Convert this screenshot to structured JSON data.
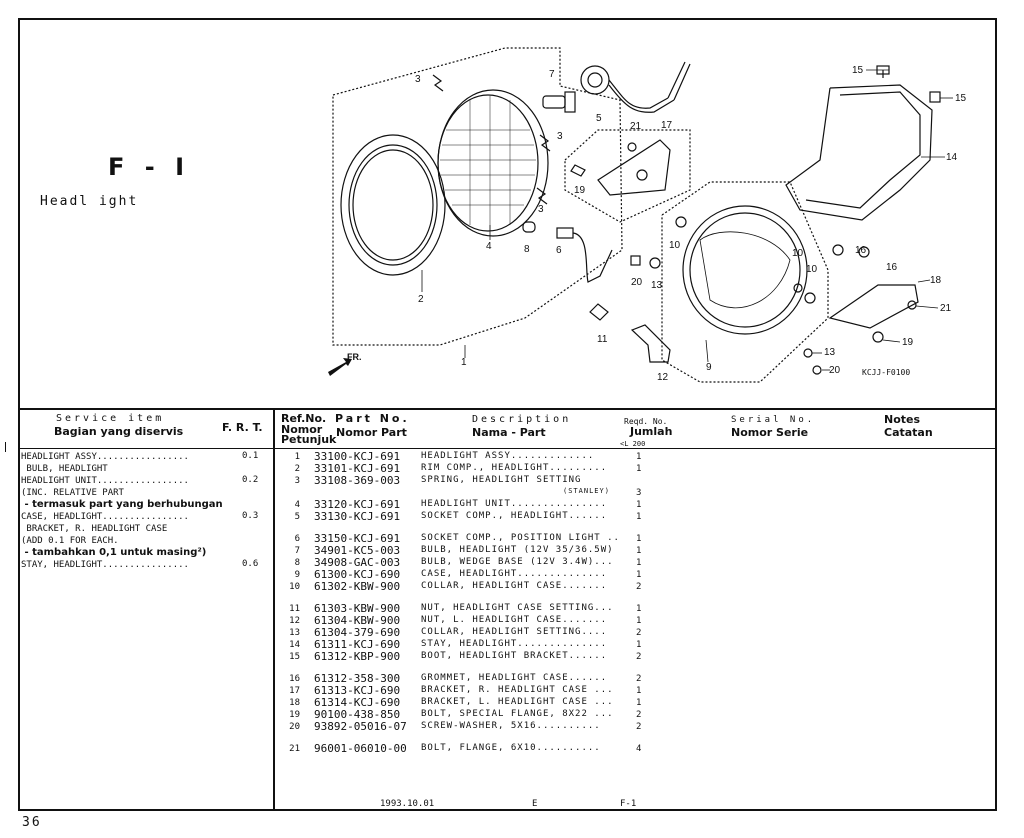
{
  "section": {
    "code": "F - I",
    "title": "Headl ight"
  },
  "diagram_code": "KCJJ-F0100",
  "callouts": [
    "1",
    "2",
    "3",
    "3",
    "3",
    "4",
    "5",
    "6",
    "7",
    "8",
    "9",
    "10",
    "10",
    "10",
    "11",
    "12",
    "13",
    "13",
    "14",
    "15",
    "15",
    "16",
    "16",
    "17",
    "18",
    "19",
    "19",
    "20",
    "20",
    "21",
    "21"
  ],
  "arrow_label": "FR.",
  "headers": {
    "service_item_en": "Service  item",
    "service_item_id": "Bagian yang diservis",
    "frt": "F. R. T.",
    "ref_no_en": "Ref.No.",
    "ref_no_id": "Nomor Petunjuk",
    "part_no_en": "Part No.",
    "part_no_id": "Nomor Part",
    "desc_en": "Description",
    "desc_id": "Nama - Part",
    "reqd_en": "Reqd. No.",
    "reqd_id": "Jumlah",
    "reqd_sub": "<L 200",
    "serial_en": "Serial No.",
    "serial_id": "Nomor Serie",
    "notes_en": "Notes",
    "notes_id": "Catatan"
  },
  "service_items": [
    {
      "text": "HEADLIGHT ASSY.................",
      "frt": "0.1"
    },
    {
      "text": " BULB, HEADLIGHT",
      "frt": ""
    },
    {
      "text": "HEADLIGHT UNIT.................",
      "frt": "0.2"
    },
    {
      "text": "(INC. RELATIVE PART",
      "frt": ""
    },
    {
      "text": " - termasuk part yang berhubungan",
      "frt": ""
    },
    {
      "text": "CASE, HEADLIGHT................",
      "frt": "0.3"
    },
    {
      "text": " BRACKET, R. HEADLIGHT CASE",
      "frt": ""
    },
    {
      "text": "(ADD 0.1 FOR EACH.",
      "frt": ""
    },
    {
      "text": " - tambahkan 0,1 untuk masing²)",
      "frt": ""
    },
    {
      "text": "STAY, HEADLIGHT................",
      "frt": "0.6"
    }
  ],
  "parts": [
    {
      "ref": "1",
      "no": "33100-KCJ-691",
      "desc": "HEADLIGHT ASSY.............",
      "qty": "1"
    },
    {
      "ref": "2",
      "no": "33101-KCJ-691",
      "desc": "RIM COMP., HEADLIGHT.........",
      "qty": "1"
    },
    {
      "ref": "3",
      "no": "33108-369-003",
      "desc": "SPRING, HEADLIGHT SETTING",
      "qty": ""
    },
    {
      "ref": "",
      "no": "",
      "desc": "(STANLEY)",
      "qty": "3"
    },
    {
      "ref": "4",
      "no": "33120-KCJ-691",
      "desc": "HEADLIGHT UNIT...............",
      "qty": "1"
    },
    {
      "ref": "5",
      "no": "33130-KCJ-691",
      "desc": "SOCKET COMP., HEADLIGHT......",
      "qty": "1"
    },
    {
      "ref": "6",
      "no": "33150-KCJ-691",
      "desc": "SOCKET COMP., POSITION LIGHT ..",
      "qty": "1"
    },
    {
      "ref": "7",
      "no": "34901-KC5-003",
      "desc": "BULB, HEADLIGHT (12V 35/36.5W)",
      "qty": "1"
    },
    {
      "ref": "8",
      "no": "34908-GAC-003",
      "desc": "BULB, WEDGE BASE (12V 3.4W)...",
      "qty": "1"
    },
    {
      "ref": "9",
      "no": "61300-KCJ-690",
      "desc": "CASE, HEADLIGHT..............",
      "qty": "1"
    },
    {
      "ref": "10",
      "no": "61302-KBW-900",
      "desc": "COLLAR, HEADLIGHT CASE.......",
      "qty": "2"
    },
    {
      "ref": "11",
      "no": "61303-KBW-900",
      "desc": "NUT, HEADLIGHT CASE SETTING...",
      "qty": "1"
    },
    {
      "ref": "12",
      "no": "61304-KBW-900",
      "desc": "NUT, L. HEADLIGHT CASE.......",
      "qty": "1"
    },
    {
      "ref": "13",
      "no": "61304-379-690",
      "desc": "COLLAR, HEADLIGHT SETTING....",
      "qty": "2"
    },
    {
      "ref": "14",
      "no": "61311-KCJ-690",
      "desc": "STAY, HEADLIGHT..............",
      "qty": "1"
    },
    {
      "ref": "15",
      "no": "61312-KBP-900",
      "desc": "BOOT, HEADLIGHT BRACKET......",
      "qty": "2"
    },
    {
      "ref": "16",
      "no": "61312-358-300",
      "desc": "GROMMET, HEADLIGHT CASE......",
      "qty": "2"
    },
    {
      "ref": "17",
      "no": "61313-KCJ-690",
      "desc": "BRACKET, R. HEADLIGHT CASE ...",
      "qty": "1"
    },
    {
      "ref": "18",
      "no": "61314-KCJ-690",
      "desc": "BRACKET, L. HEADLIGHT CASE ...",
      "qty": "1"
    },
    {
      "ref": "19",
      "no": "90100-438-850",
      "desc": "BOLT, SPECIAL FLANGE, 8X22 ...",
      "qty": "2"
    },
    {
      "ref": "20",
      "no": "93892-05016-07",
      "desc": "SCREW-WASHER, 5X16..........",
      "qty": "2"
    },
    {
      "ref": "21",
      "no": "96001-06010-00",
      "desc": "BOLT, FLANGE, 6X10..........",
      "qty": "4"
    }
  ],
  "footer": {
    "date": "1993.10.01",
    "edition": "E",
    "code": "F-1"
  },
  "page_number": "36"
}
